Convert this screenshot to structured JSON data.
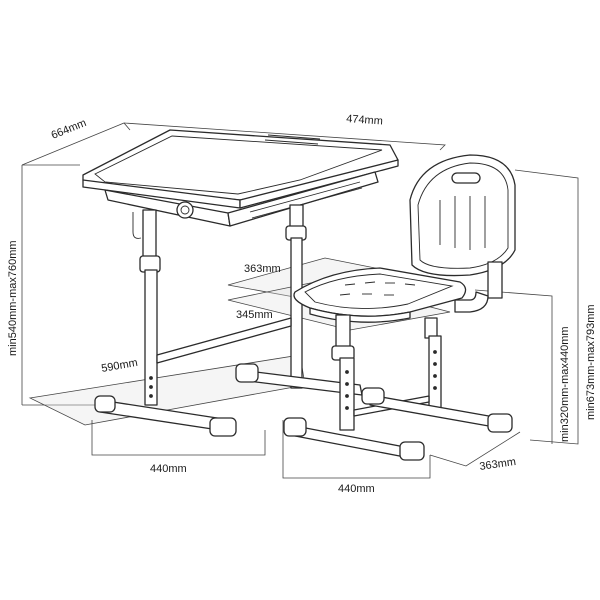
{
  "dimensions": {
    "desk_width": "664mm",
    "desk_depth": "474mm",
    "desk_height": "min540mm-max760mm",
    "desk_leg_span": "590mm",
    "desk_base_width": "440mm",
    "seat_depth": "363mm",
    "seat_width": "345mm",
    "seat_height": "min320mm-max440mm",
    "chair_height": "min673mm-max793mm",
    "chair_base_width": "440mm",
    "chair_base_depth": "363mm"
  }
}
